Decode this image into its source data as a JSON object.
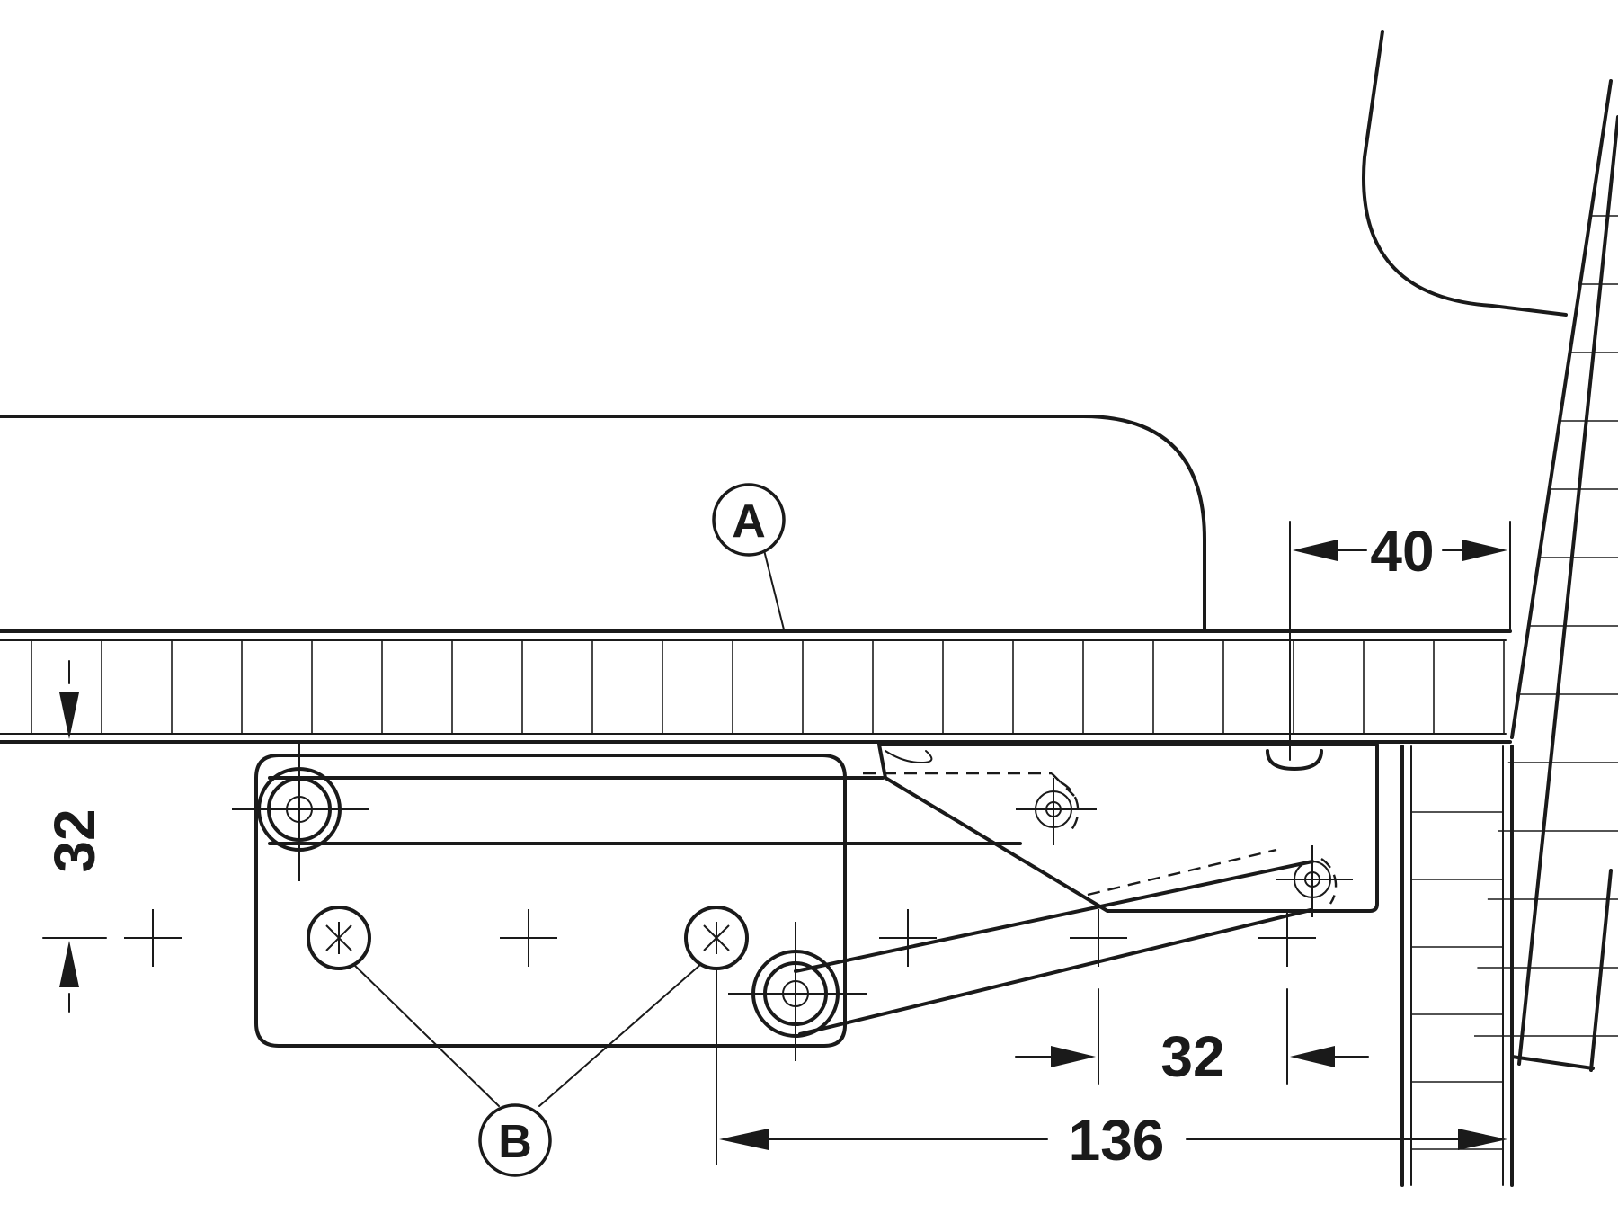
{
  "callouts": {
    "a": "A",
    "b": "B"
  },
  "dimensions": {
    "top_offset": "40",
    "vertical_offset": "32",
    "hole_spacing": "32",
    "overall_offset": "136"
  },
  "colors": {
    "line": "#1a1a1a",
    "background": "#ffffff"
  },
  "icons": {
    "screw": "screw-icon"
  }
}
